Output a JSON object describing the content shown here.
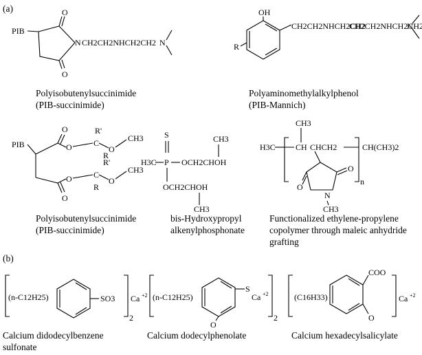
{
  "panel_labels": {
    "a": "(a)",
    "b": "(b)"
  },
  "captions": {
    "pib_succinimide_1": [
      "Polyisobutenylsuccinimide",
      "(PIB-succinimide)"
    ],
    "pib_mannich": [
      "Polyaminomethylalkylphenol",
      "(PIB-Mannich)"
    ],
    "pib_succinimide_2": [
      "Polyisobutenylsuccinimide",
      "(PIB-succinimide)"
    ],
    "phosphonate": [
      "bis-Hydroxypropyl",
      "alkenylphosphonate"
    ],
    "copolymer": [
      "Functionalized ethylene-propylene",
      "copolymer through maleic anhydride",
      "grafting"
    ],
    "sulfonate": [
      "Calcium didodecylbenzene",
      "sulfonate"
    ],
    "phenolate": [
      "Calcium dodecylphenolate"
    ],
    "salicylate": [
      "Calcium hexadecylsalicylate"
    ]
  },
  "atoms": {
    "pib": "PIB",
    "o": "O",
    "n": "N",
    "nh_chain": "CH2CH2NHCH2CH2",
    "oh": "OH",
    "r": "R",
    "r_prime": "R'",
    "c": "C",
    "ch3": "CH3",
    "h3c": "H3C",
    "p": "P",
    "s": "S",
    "och2choh": "OCH2CHOH",
    "ch": "CH",
    "chch2": "CHCH2",
    "ch_ch3_2": "CH(CH3)2",
    "n_sub": "n",
    "dodecyl": "(n-C12H25)",
    "hexadecyl": "(C16H33)",
    "so3": "SO3",
    "coo": "COO",
    "ca": "Ca",
    "charge": "+2",
    "count": "2"
  }
}
